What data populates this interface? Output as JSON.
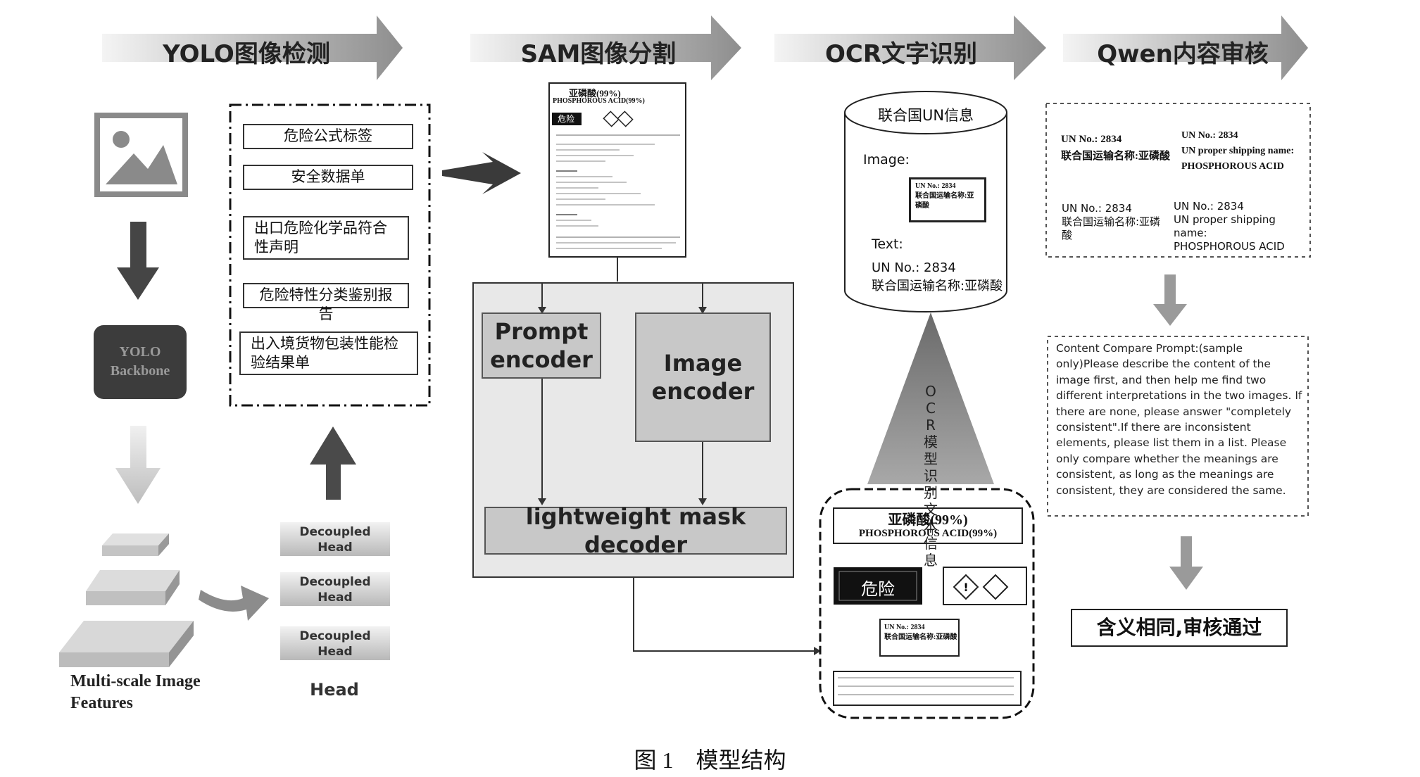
{
  "stages": {
    "yolo": "YOLO图像检测",
    "sam": "SAM图像分割",
    "ocr": "OCR文字识别",
    "qwen": "Qwen内容审核"
  },
  "yolo": {
    "backbone": "YOLO Backbone",
    "features_label": "Multi-scale Image Features",
    "head_label": "Head",
    "decoupled_head": "Decoupled Head",
    "doc_labels": [
      "危险公式标签",
      "安全数据单",
      "出口危险化学品符合性声明",
      "危险特性分类鉴别报告",
      "出入境货物包装性能检验结果单"
    ]
  },
  "sam": {
    "doc_title_cn": "亚磷酸(99%)",
    "doc_title_en": "PHOSPHOROUS ACID(99%)",
    "doc_danger": "危险",
    "prompt_encoder": "Prompt encoder",
    "image_encoder": "Image encoder",
    "mask_decoder": "lightweight mask decoder"
  },
  "ocr": {
    "cylinder_title": "联合国UN信息",
    "image_label": "Image:",
    "text_label": "Text:",
    "un_no": "UN No.: 2834",
    "un_name_cn": "联合国运输名称:亚磷酸",
    "triangle_text": "OCR模型识别文本信息",
    "crop_title_cn": "亚磷酸(99%)",
    "crop_title_en": "PHOSPHOROUS ACID(99%)",
    "crop_danger": "危险"
  },
  "qwen": {
    "top_left_un": "UN No.: 2834",
    "top_left_name": "联合国运输名称:亚磷酸",
    "top_right_un": "UN No.: 2834",
    "top_right_label": "UN proper shipping name:",
    "top_right_value": "PHOSPHOROUS ACID",
    "bottom_left_un": "UN No.: 2834",
    "bottom_left_name": "联合国运输名称:亚磷酸",
    "bottom_right_un": "UN No.: 2834",
    "bottom_right_label": "UN proper shipping name:",
    "bottom_right_value": "PHOSPHOROUS ACID",
    "prompt": "Content Compare Prompt:(sample only)Please describe the content of the image first, and then help me find two different interpretations in the two images. If there are none, please answer \"completely consistent\".If there are inconsistent elements, please list them in a list. Please only compare whether the meanings are consistent, as long as the meanings are consistent, they are considered the same.",
    "result": "含义相同,审核通过"
  },
  "caption": "图 1　模型结构"
}
